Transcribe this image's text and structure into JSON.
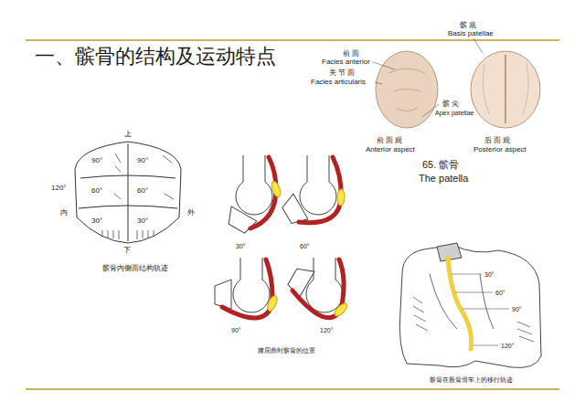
{
  "diagram": {
    "title": "一、髌骨的结构及运动特点",
    "labels": [
      "髌 底",
      "Basis patellae",
      "前 面",
      "Facies anterior",
      "关 节 面",
      "Facies articularis",
      "髌 尖",
      "Apex patellae",
      "前 面 观",
      "后 面 观",
      "Anterior aspect",
      "Posterior aspect",
      "65. 髌骨",
      "The patella",
      "上",
      "90°",
      "90°",
      "60°",
      "60°",
      "120°",
      "内",
      "外",
      "30°",
      "30°",
      "下",
      "髌骨内侧面结构轨迹",
      "30°",
      "60°",
      "90°",
      "120°",
      "膝屈曲时髌骨的位置",
      "30°",
      "60°",
      "90°",
      "120°",
      "髌骨在股骨滑车上的移行轨迹"
    ]
  }
}
